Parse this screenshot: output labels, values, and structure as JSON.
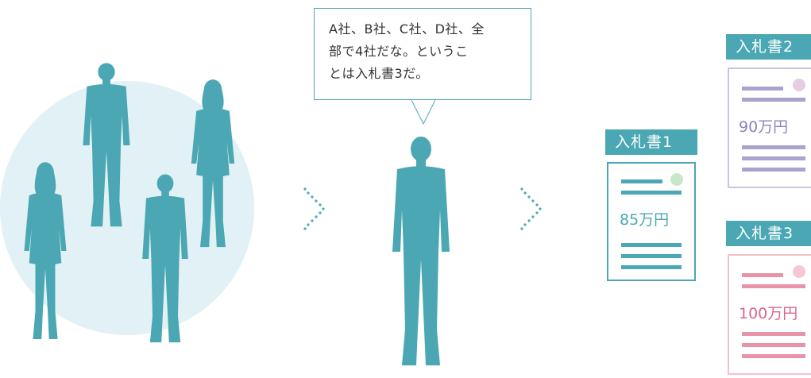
{
  "bubble": {
    "lines": [
      "A社、B社、C社、D社、全",
      "部で4社だな。というこ",
      "とは入札書3だ。"
    ]
  },
  "documents": [
    {
      "label": "入札書1",
      "price": "85万円",
      "color": "#4aa7b3",
      "dot": "#c8e6c9"
    },
    {
      "label": "入札書2",
      "price": "90万円",
      "color": "#a9a3cf",
      "dot": "#e6cde2"
    },
    {
      "label": "入札書3",
      "price": "100万円",
      "color": "#e893a8",
      "dot": "#f6c6d4"
    }
  ],
  "colors": {
    "silhouette": "#4aa7b3",
    "circle": "#e1f1f5",
    "arrow": "#4aa7b3"
  },
  "icons": [
    "person-silhouette-icon",
    "chevron-right-icon",
    "document-icon"
  ]
}
